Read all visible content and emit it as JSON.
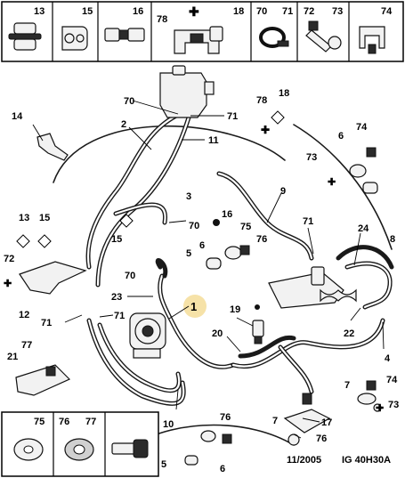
{
  "footer": {
    "date": "11/2005",
    "reference": "IG 40H30A"
  },
  "top_legend": [
    "13",
    "15",
    "16",
    "78",
    "18",
    "70",
    "71",
    "72",
    "73",
    "74"
  ],
  "bottom_legend": [
    "75",
    "76",
    "77"
  ],
  "highlight_label": "1",
  "callouts": {
    "c2": "2",
    "c3": "3",
    "c4": "4",
    "c5a": "5",
    "c5b": "5",
    "c6a": "6",
    "c6b": "6",
    "c7a": "7",
    "c7b": "7",
    "c8": "8",
    "c9": "9",
    "c10": "10",
    "c11": "11",
    "c12": "12",
    "c13": "13",
    "c14": "14",
    "c15a": "15",
    "c15b": "15",
    "c16": "16",
    "c17": "17",
    "c18": "18",
    "c19": "19",
    "c20": "20",
    "c21": "21",
    "c22": "22",
    "c23": "23",
    "c24": "24",
    "c70a": "70",
    "c70b": "70",
    "c70c": "70",
    "c71a": "71",
    "c71b": "71",
    "c71c": "71",
    "c71d": "71",
    "c72": "72",
    "c73a": "73",
    "c73b": "73",
    "c74a": "74",
    "c74b": "74",
    "c75": "75",
    "c76a": "76",
    "c76b": "76",
    "c76c": "76",
    "c77": "77",
    "c78": "78"
  },
  "colors": {
    "highlight": "#f6e2a8",
    "ink": "#000000"
  }
}
